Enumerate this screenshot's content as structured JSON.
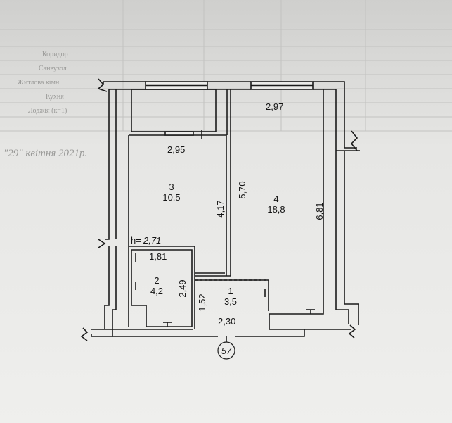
{
  "header_faded": {
    "rows": [
      "Коридор",
      "Санвузол",
      "Житлова кімн",
      "Кухня",
      "Лоджія (к=1)"
    ],
    "date_text": "\"29\" квітня 2021р."
  },
  "rooms": [
    {
      "number": "1",
      "area": "3,5"
    },
    {
      "number": "2",
      "area": "4,2"
    },
    {
      "number": "3",
      "area": "10,5"
    },
    {
      "number": "4",
      "area": "18,8"
    }
  ],
  "dimensions": {
    "d_297": "2,97",
    "d_295": "2,95",
    "d_570": "5,70",
    "d_417": "4,17",
    "d_681": "6,81",
    "d_181": "1,81",
    "d_249": "2,49",
    "d_152": "1,52",
    "d_230": "2,30"
  },
  "height": {
    "prefix": "h=",
    "value": "2,71"
  },
  "axis_marker": "57"
}
